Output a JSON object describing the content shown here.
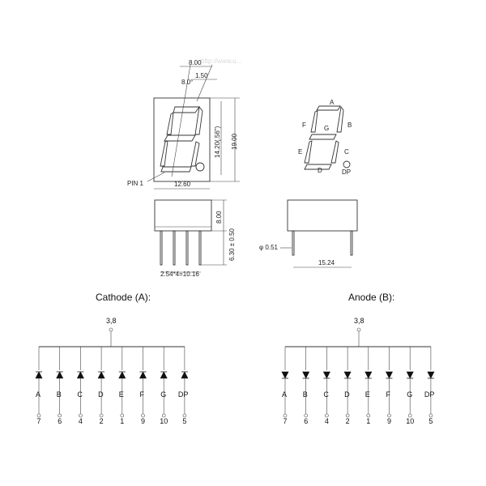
{
  "watermark": "http://www.u...",
  "drawing": {
    "dims": {
      "top_width": "8.00",
      "slant": "8.0°",
      "offset": "1.50",
      "digit_height": "14.20(.56\")",
      "body_height": "19.00",
      "body_width": "12.60",
      "side_height": "8.00",
      "pin_length": "6.30 ± 0.50",
      "pin_pitch": "2.54*4=10.16",
      "pin_dia": "φ 0.51",
      "row_spacing": "15.24"
    },
    "pin1_label": "PIN 1",
    "segments": {
      "a": "A",
      "b": "B",
      "c": "C",
      "d": "D",
      "e": "E",
      "f": "F",
      "g": "G",
      "dp": "DP"
    }
  },
  "schematics": {
    "cathode": {
      "title": "Cathode (A):",
      "common_pins": "3,8",
      "labels": [
        "A",
        "B",
        "C",
        "D",
        "E",
        "F",
        "G",
        "DP"
      ],
      "pins": [
        "7",
        "6",
        "4",
        "2",
        "1",
        "9",
        "10",
        "5"
      ]
    },
    "anode": {
      "title": "Anode (B):",
      "common_pins": "3,8",
      "labels": [
        "A",
        "B",
        "C",
        "D",
        "E",
        "F",
        "G",
        "DP"
      ],
      "pins": [
        "7",
        "6",
        "4",
        "2",
        "1",
        "9",
        "10",
        "5"
      ]
    }
  }
}
